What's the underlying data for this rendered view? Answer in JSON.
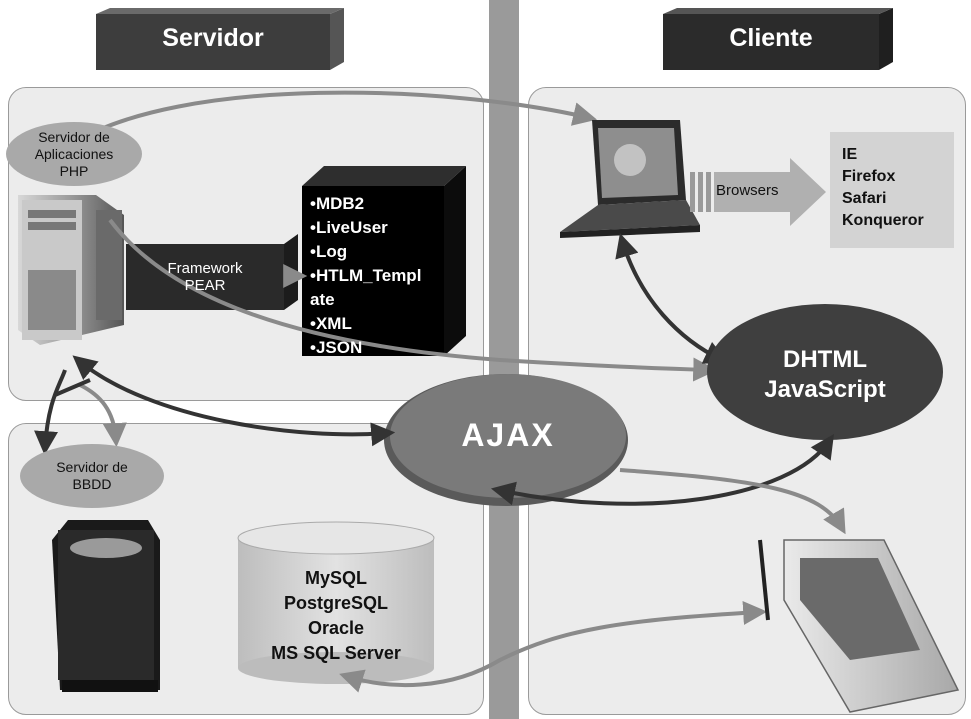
{
  "headers": {
    "server": "Servidor",
    "client": "Cliente"
  },
  "app_server_label": "Servidor de\nAplicaciones\nPHP",
  "db_server_label": "Servidor de\nBBDD",
  "framework_label": "Framework\nPEAR",
  "pear_packages": [
    "•MDB2",
    "•LiveUser",
    "•Log",
    "•HTLM_Templ",
    "ate",
    "•XML",
    "•JSON"
  ],
  "browsers_label": "Browsers",
  "browser_list": [
    "IE",
    "Firefox",
    "Safari",
    "Konqueror"
  ],
  "dhtml_label": "DHTML\nJavaScript",
  "ajax_label": "AJAX",
  "databases": [
    "MySQL",
    "PostgreSQL",
    "Oracle",
    "MS SQL Server"
  ],
  "colors": {
    "dark": "#3a3a3a",
    "mid": "#8c8c8c",
    "light": "#cfcfcf",
    "divider": "#9a9a9a",
    "black": "#000000"
  }
}
